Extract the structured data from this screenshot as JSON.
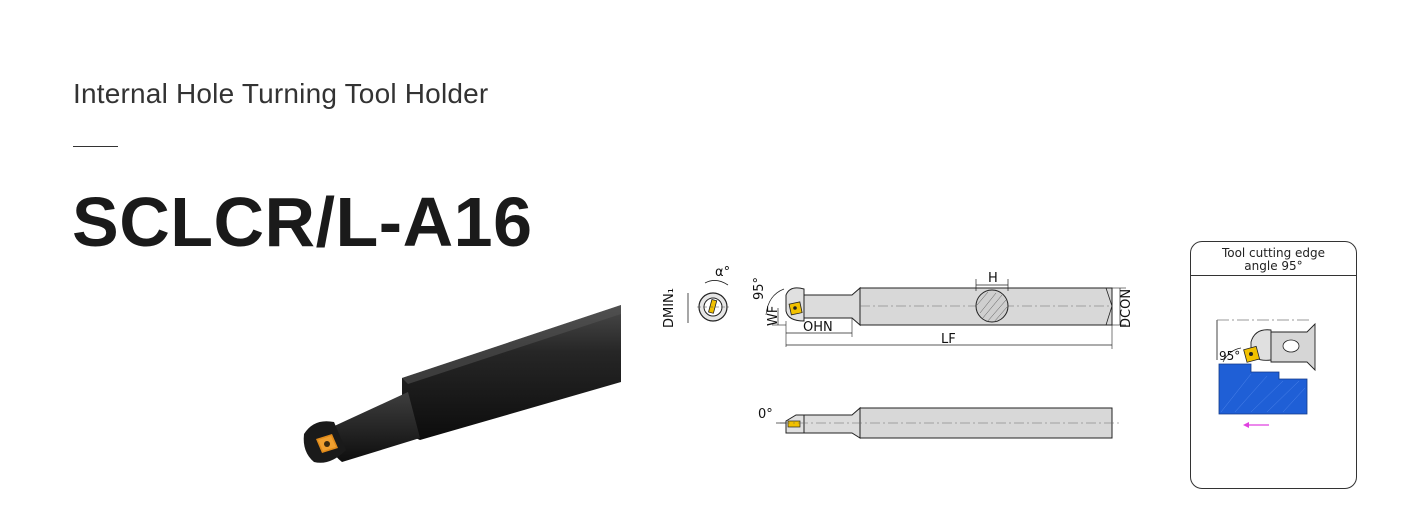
{
  "header": {
    "subtitle": "Internal Hole Turning Tool Holder",
    "model": "SCLCR/L-A16"
  },
  "drawing": {
    "labels": {
      "dmin": "DMIN₁",
      "alpha": "α°",
      "angle95": "95°",
      "wf": "WF",
      "ohn": "OHN",
      "h": "H",
      "lf": "LF",
      "dcon": "DCON",
      "angle0": "0°"
    }
  },
  "callout": {
    "title_line1": "Tool cutting edge",
    "title_line2": "angle 95°",
    "angle": "95°"
  },
  "colors": {
    "insert": "#f2c100",
    "workpiece": "#1f5fd6",
    "feed_arrow": "#e040e0",
    "shank_photo": "#1b1b1b"
  }
}
